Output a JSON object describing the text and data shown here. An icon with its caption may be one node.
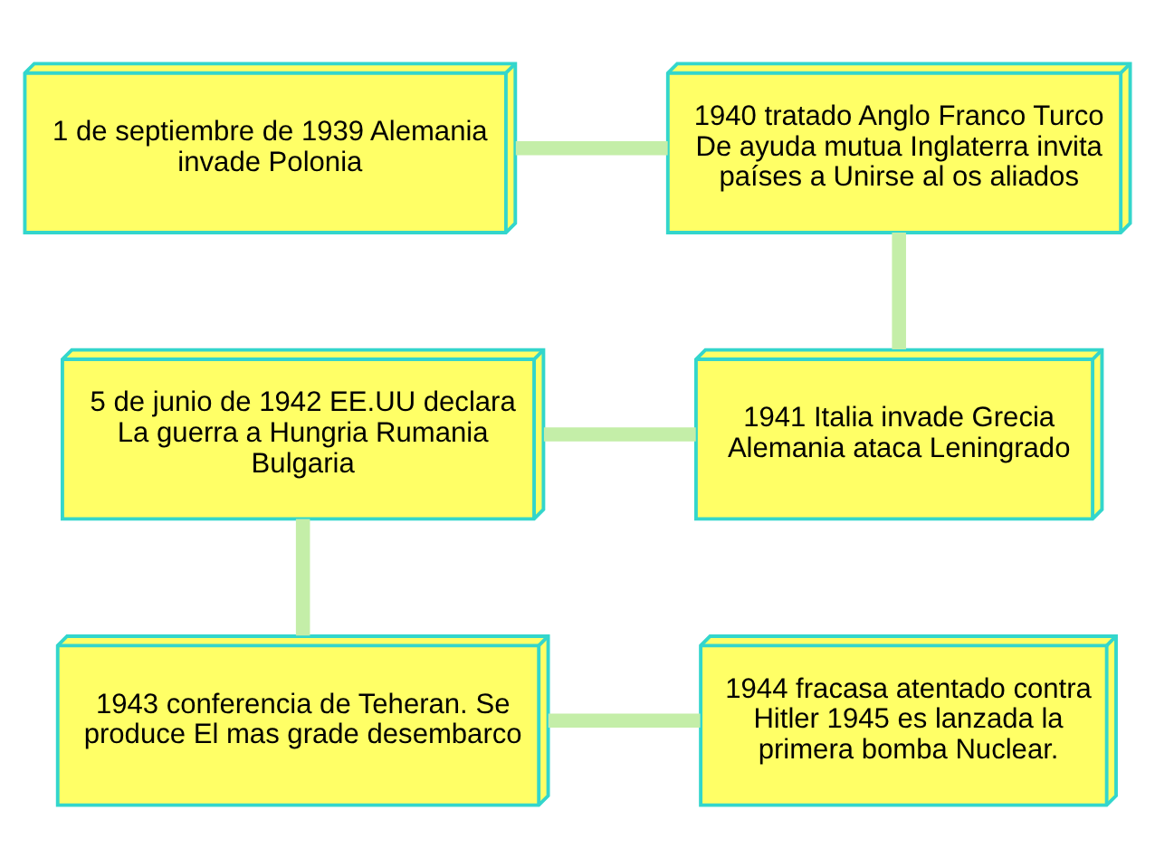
{
  "diagram": {
    "nodes": [
      {
        "text": [
          "1 de septiembre de 1939 Alemania invade Polonia"
        ]
      },
      {
        "text": [
          "1940 tratado Anglo Franco Turco De ayuda mutua Inglaterra invita países a Unirse al os aliados"
        ]
      },
      {
        "text": [
          "5 de junio de 1942 EE.UU declara La guerra a Hungria Rumania Bulgaria"
        ]
      },
      {
        "text": [
          "1941 Italia invade Grecia Alemania ataca Leningrado"
        ]
      },
      {
        "text": [
          "1943 conferencia de Teheran. Se produce El mas grade desembarco"
        ]
      },
      {
        "text": [
          "1944 fracasa atentado contra Hitler 1945 es lanzada la primera bomba Nuclear."
        ]
      }
    ],
    "edges": [
      {
        "from": 0,
        "to": 1,
        "arrow": "none"
      },
      {
        "from": 1,
        "to": 3,
        "arrow": "none"
      },
      {
        "from": 2,
        "to": 3,
        "arrow": "none"
      },
      {
        "from": 2,
        "to": 4,
        "arrow": "none"
      },
      {
        "from": 4,
        "to": 5,
        "arrow": "none"
      }
    ]
  }
}
